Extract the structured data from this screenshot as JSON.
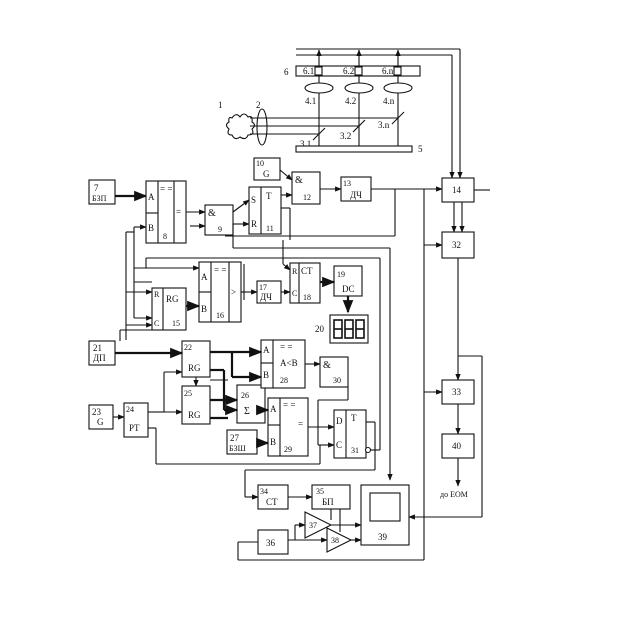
{
  "optics": {
    "n1": "1",
    "n2": "2",
    "n5": "5",
    "n6": "6",
    "s61": "6.1",
    "s62": "6.2",
    "s6n": "6.n",
    "l41": "4.1",
    "l42": "4.2",
    "l4n": "4.n",
    "m31": "3.1",
    "m32": "3.2",
    "m3n": "3.n"
  },
  "blocks": {
    "b7": {
      "num": "7",
      "txt": "БЗП"
    },
    "b8": {
      "num": "8",
      "eq": "= =",
      "a": "A",
      "b": "B",
      "out": "="
    },
    "b9": {
      "num": "9",
      "op": "&"
    },
    "b10": {
      "num": "10",
      "txt": "G"
    },
    "b11": {
      "num": "11",
      "s": "S",
      "t": "T",
      "r": "R"
    },
    "b12": {
      "num": "12",
      "op": "&"
    },
    "b13": {
      "num": "13",
      "txt": "ДЧ"
    },
    "b14": {
      "num": "14"
    },
    "b15": {
      "num": "15",
      "rg": "RG",
      "r": "R",
      "c": "C"
    },
    "b16": {
      "num": "16",
      "eq": "= =",
      "a": "A",
      "b": "B",
      "gt": ">"
    },
    "b17": {
      "num": "17",
      "txt": "ДЧ"
    },
    "b18": {
      "num": "18",
      "r": "R",
      "ct": "CT",
      "c": "C"
    },
    "b19": {
      "num": "19",
      "txt": "DC"
    },
    "b20": {
      "num": "20"
    },
    "b21": {
      "num": "21",
      "txt": "ДП"
    },
    "b22": {
      "num": "22",
      "txt": "RG"
    },
    "b23": {
      "num": "23",
      "txt": "G"
    },
    "b24": {
      "num": "24",
      "txt": "PT"
    },
    "b25": {
      "num": "25",
      "txt": "RG"
    },
    "b26": {
      "num": "26",
      "txt": "Σ"
    },
    "b27": {
      "num": "27",
      "txt": "БЗШ"
    },
    "b28": {
      "num": "28",
      "eq": "= =",
      "a": "A",
      "b": "B",
      "cmp": "A<B"
    },
    "b29": {
      "num": "29",
      "eq": "= =",
      "a": "A",
      "b": "B",
      "out": "="
    },
    "b30": {
      "num": "30",
      "op": "&"
    },
    "b31": {
      "num": "31",
      "d": "D",
      "t": "T",
      "c": "C"
    },
    "b32": {
      "num": "32"
    },
    "b33": {
      "num": "33"
    },
    "b34": {
      "num": "34",
      "txt": "CT"
    },
    "b35": {
      "num": "35",
      "txt": "БП"
    },
    "b36": {
      "num": "36"
    },
    "b37": {
      "num": "37"
    },
    "b38": {
      "num": "38"
    },
    "b39": {
      "num": "39"
    },
    "b40": {
      "num": "40"
    },
    "out": "до ЕОМ"
  }
}
